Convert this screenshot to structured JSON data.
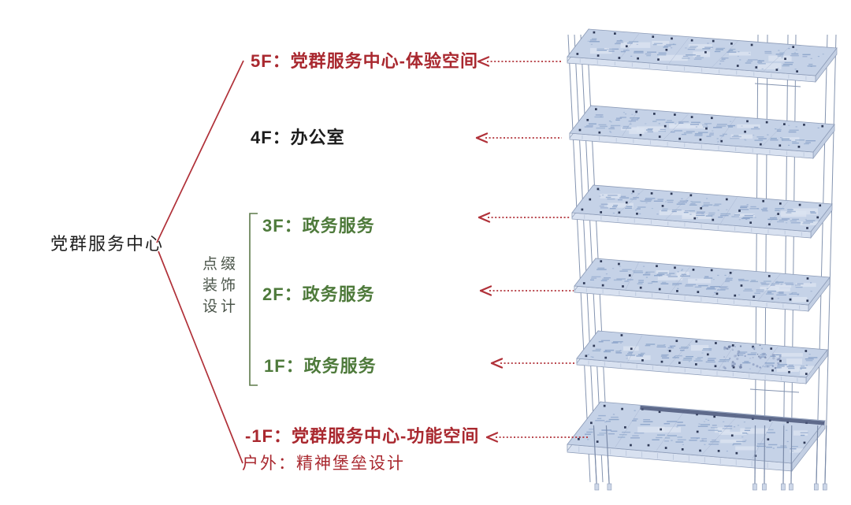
{
  "page": {
    "background": "#ffffff"
  },
  "root_label": {
    "text": "党群服务中心"
  },
  "decor_label": {
    "lines": [
      "点缀",
      "装饰",
      "设计"
    ]
  },
  "floors": [
    {
      "id": "5F",
      "label": "5F：党群服务中心-体验空间",
      "color_key": "red"
    },
    {
      "id": "4F",
      "label": "4F：办公室",
      "color_key": "black"
    },
    {
      "id": "3F",
      "label": "3F：政务服务",
      "color_key": "green"
    },
    {
      "id": "2F",
      "label": "2F：政务服务",
      "color_key": "green"
    },
    {
      "id": "1F",
      "label": "1F：政务服务",
      "color_key": "green"
    },
    {
      "id": "-1F",
      "label": "-1F：党群服务中心-功能空间",
      "color_key": "red"
    },
    {
      "id": "户外",
      "label": "户外：精神堡垒设计",
      "color_key": "red"
    }
  ],
  "bracket_group": {
    "floors": [
      "3F",
      "2F",
      "1F"
    ],
    "label": "点缀装饰设计"
  },
  "colors": {
    "red": "#a9282f",
    "green": "#4e7a3b",
    "black": "#1c1c1c",
    "decor_text": "#4a5449",
    "arrow": "#b03038",
    "bracket": "#5d7a4a",
    "slab_top": "#c5d2e7",
    "slab_front": "#d8e1f0",
    "slab_texture": "#87a0c7",
    "slab_dot": "#2f3a57",
    "column": "#8494b0"
  }
}
